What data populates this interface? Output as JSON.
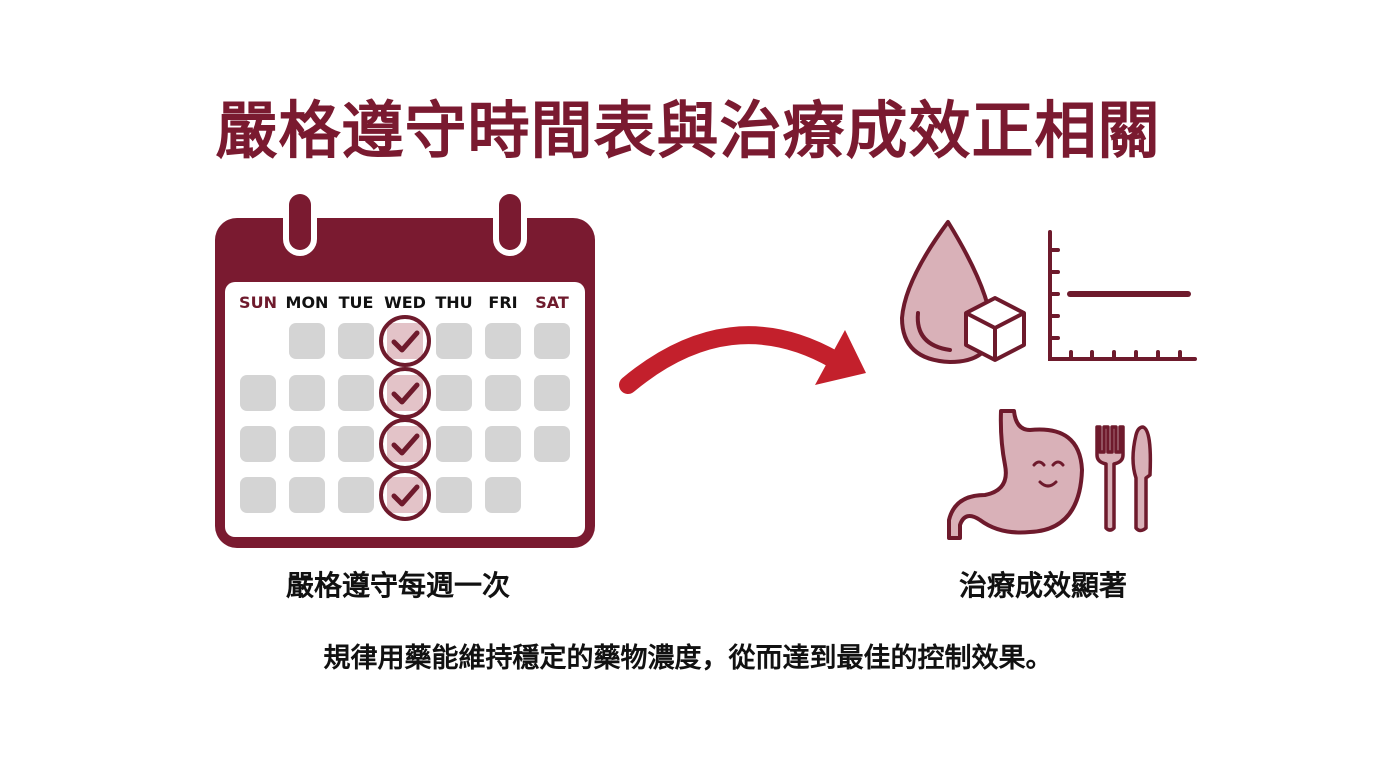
{
  "title": "嚴格遵守時間表與治療成效正相關",
  "calendar": {
    "days": [
      "SUN",
      "MON",
      "TUE",
      "WED",
      "THU",
      "FRI",
      "SAT"
    ],
    "checked_day": "WED",
    "weeks": 4
  },
  "left_label": "嚴格遵守每週一次",
  "right_label": "治療成效顯著",
  "caption": "規律用藥能維持穩定的藥物濃度，從而達到最佳的控制效果。",
  "colors": {
    "maroon": "#7a1a30",
    "pink": "#d9b1b8",
    "arrow": "#c3202c",
    "cell": "#d4d4d4"
  }
}
